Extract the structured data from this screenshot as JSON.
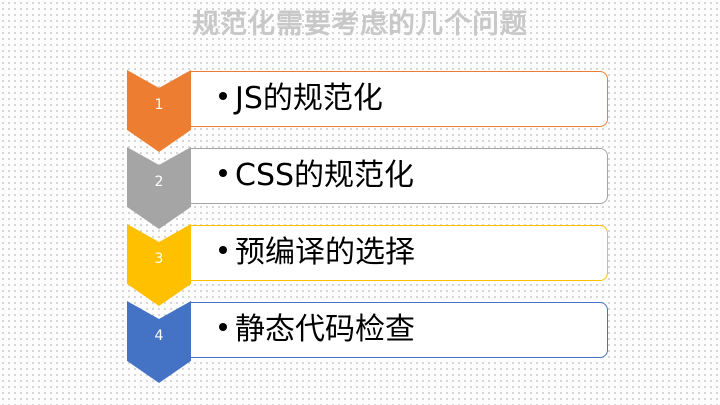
{
  "title": "规范化需要考虑的几个问题",
  "items": [
    {
      "number": "1",
      "text": "JS的规范化",
      "color": "#ed7d31"
    },
    {
      "number": "2",
      "text": "CSS的规范化",
      "color": "#a5a5a5"
    },
    {
      "number": "3",
      "text": "预编译的选择",
      "color": "#ffc000"
    },
    {
      "number": "4",
      "text": "静态代码检查",
      "color": "#4472c4"
    }
  ]
}
